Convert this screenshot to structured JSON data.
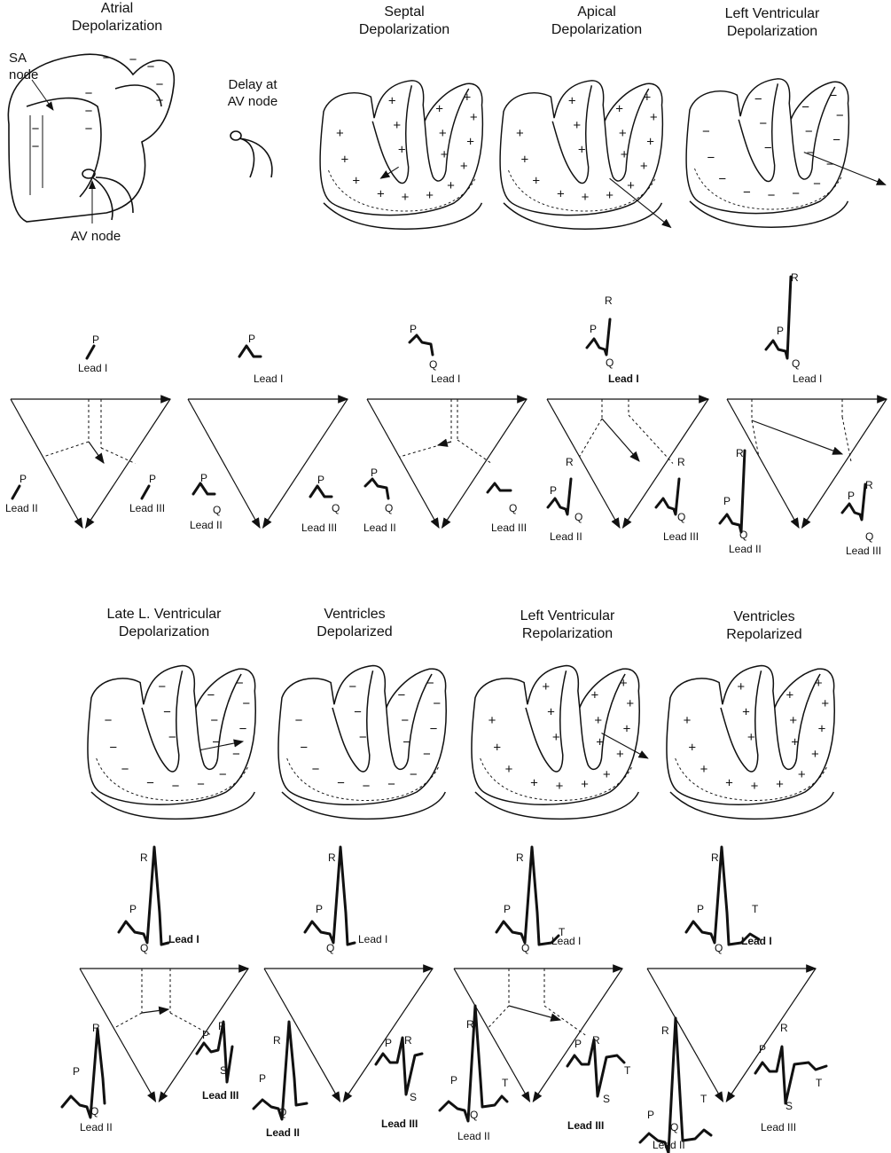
{
  "figure": {
    "titles_top": [
      [
        "Atrial",
        "Depolarization"
      ],
      [
        "Septal",
        "Depolarization"
      ],
      [
        "Apical",
        "Depolarization"
      ],
      [
        "Left Ventricular",
        "Depolarization"
      ]
    ],
    "delay_label": [
      "Delay at",
      "AV node"
    ],
    "sa_node_label": [
      "SA",
      "node"
    ],
    "av_node_label": "AV node",
    "titles_bottom": [
      [
        "Late L. Ventricular",
        "Depolarization"
      ],
      [
        "Ventricles",
        "Depolarized"
      ],
      [
        "Left Ventricular",
        "Repolarization"
      ],
      [
        "Ventricles",
        "Repolarized"
      ]
    ],
    "lead_names": {
      "I": "Lead I",
      "II": "Lead II",
      "III": "Lead III"
    },
    "wave_labels": {
      "P": "P",
      "Q": "Q",
      "R": "R",
      "S": "S",
      "T": "T"
    },
    "signs": {
      "plus": "+",
      "minus": "−"
    }
  },
  "colors": {
    "ink": "#111111",
    "background": "#ffffff"
  },
  "icons": [
    "heart-outline",
    "axis-arrow",
    "ecg-trace"
  ]
}
